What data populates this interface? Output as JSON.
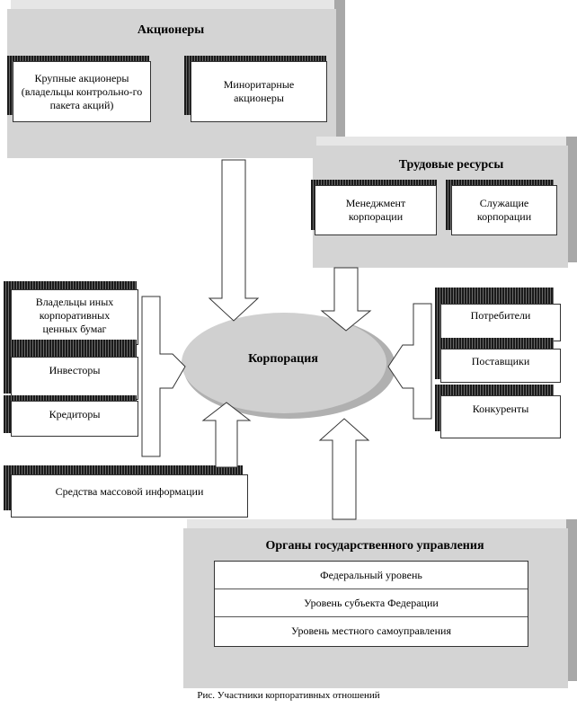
{
  "shareholders": {
    "title": "Акционеры",
    "major": "Крупные акционеры (владельцы контрольно-го пакета акций)",
    "minority": "Миноритарные акционеры"
  },
  "labor": {
    "title": "Трудовые ресурсы",
    "management": "Менеджмент корпорации",
    "employees": "Служащие корпорации"
  },
  "left": {
    "securities_owners": "Владельцы иных корпоративных ценных бумаг",
    "investors": "Инвесторы",
    "creditors": "Кредиторы"
  },
  "center": {
    "corporation": "Корпорация"
  },
  "right": {
    "consumers": "Потребители",
    "suppliers": "Поставщики",
    "competitors": "Конкуренты"
  },
  "media": "Средства массовой информации",
  "government": {
    "title": "Органы государственного управления",
    "levels": [
      "Федеральный уровень",
      "Уровень субъекта Федерации",
      "Уровень местного самоуправления"
    ]
  },
  "caption": "Рис. Участники корпоративных отношений"
}
